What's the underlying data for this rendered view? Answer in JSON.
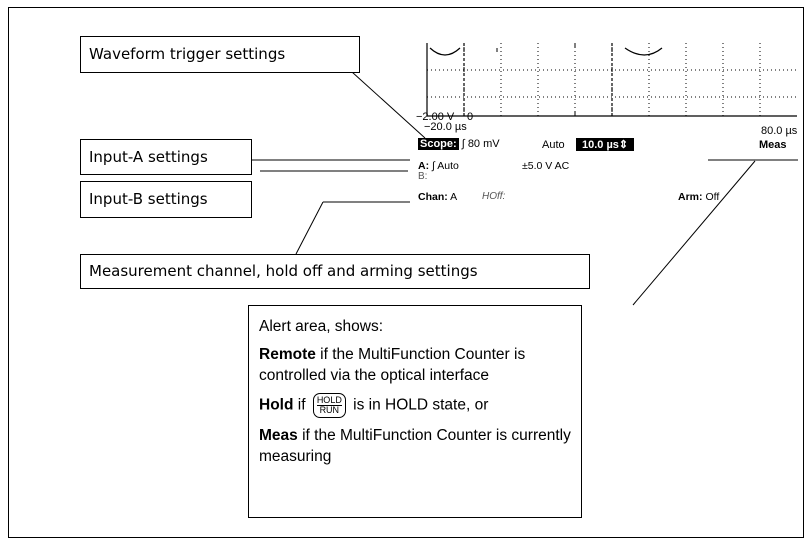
{
  "callouts": {
    "trigger": "Waveform trigger settings",
    "input_a": "Input-A settings",
    "input_b": "Input-B settings",
    "measurement": "Measurement channel, hold off and arming settings"
  },
  "display": {
    "y_bottom": "−2.00 V",
    "x_zero_mark": "0",
    "x_start": "−20.0 µs",
    "x_end": "80.0 µs",
    "scope_label": "Scope:",
    "trigger_value": "∫ 80 mV",
    "mode": "Auto",
    "timebase": "10.0 µs⇕",
    "alert_value": "Meas",
    "a_label": "A:",
    "a_trigger": "∫ Auto",
    "a_range": "±5.0 V  AC",
    "b_label": "B:",
    "chan_label": "Chan:",
    "chan_value": "A",
    "holdoff": "HOff:",
    "arm_label": "Arm:",
    "arm_value": "Off"
  },
  "alert_box": {
    "intro": "Alert area, shows:",
    "remote_word": "Remote",
    "remote_text": " if the MultiFunction Counter is controlled via the optical interface",
    "hold_word": "Hold",
    "hold_if": " if ",
    "key_top": "HOLD",
    "key_bottom": "RUN",
    "hold_text": " is in HOLD state, or",
    "meas_word": "Meas",
    "meas_text": " if the MultiFunction Counter is currently measuring"
  }
}
